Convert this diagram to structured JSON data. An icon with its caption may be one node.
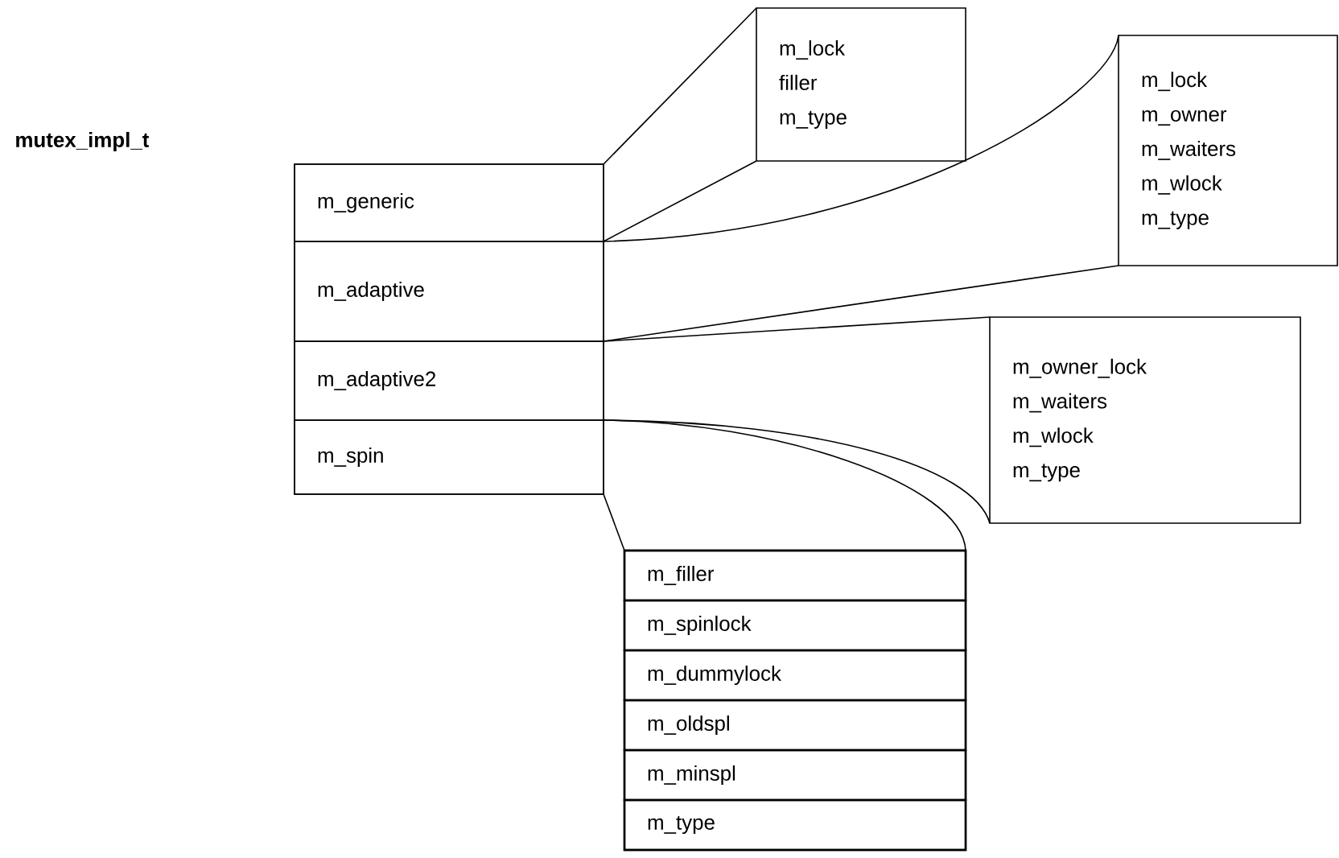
{
  "diagram": {
    "title": "mutex_impl_t",
    "nodes": [
      {
        "text": [],
        "shape": "box"
      },
      {
        "text": [
          "m_generic"
        ],
        "in": 0
      },
      {
        "text": [
          "m_adaptive"
        ],
        "in": 0
      },
      {
        "text": [
          "m_adaptive2"
        ],
        "in": 0
      },
      {
        "text": [
          "m_spin"
        ],
        "in": 0
      },
      {
        "text": [
          "m_lock",
          "filler",
          "m_type"
        ]
      },
      {
        "text": [
          "m_lock",
          "m_owner",
          "m_waiters",
          "m_wlock",
          "m_type"
        ]
      },
      {
        "text": [
          "m_owner_lock",
          "m_waiters",
          "m_wlock",
          "m_type"
        ]
      },
      {
        "text": [],
        "shape": "box"
      },
      {
        "text": [
          "m_filler"
        ],
        "in": 8
      },
      {
        "text": [
          "m_spinlock"
        ],
        "in": 8
      },
      {
        "text": [
          "m_dummylock"
        ],
        "in": 8
      },
      {
        "text": [
          "m_oldspl"
        ],
        "in": 8
      },
      {
        "text": [
          "m_minspl"
        ],
        "in": 8
      },
      {
        "text": [
          "m_type"
        ],
        "in": 8
      }
    ],
    "edges": [
      {
        "from": 1,
        "to": 5,
        "arrow": "none"
      },
      {
        "from": 1,
        "to": 5,
        "arrow": "none"
      },
      {
        "from": 2,
        "to": 6,
        "arrow": "none"
      },
      {
        "from": 2,
        "to": 6,
        "arrow": "none"
      },
      {
        "from": 3,
        "to": 7,
        "arrow": "none"
      },
      {
        "from": 3,
        "to": 7,
        "arrow": "none"
      },
      {
        "from": 4,
        "to": 8,
        "arrow": "none"
      },
      {
        "from": 4,
        "to": 8,
        "arrow": "none"
      }
    ]
  }
}
